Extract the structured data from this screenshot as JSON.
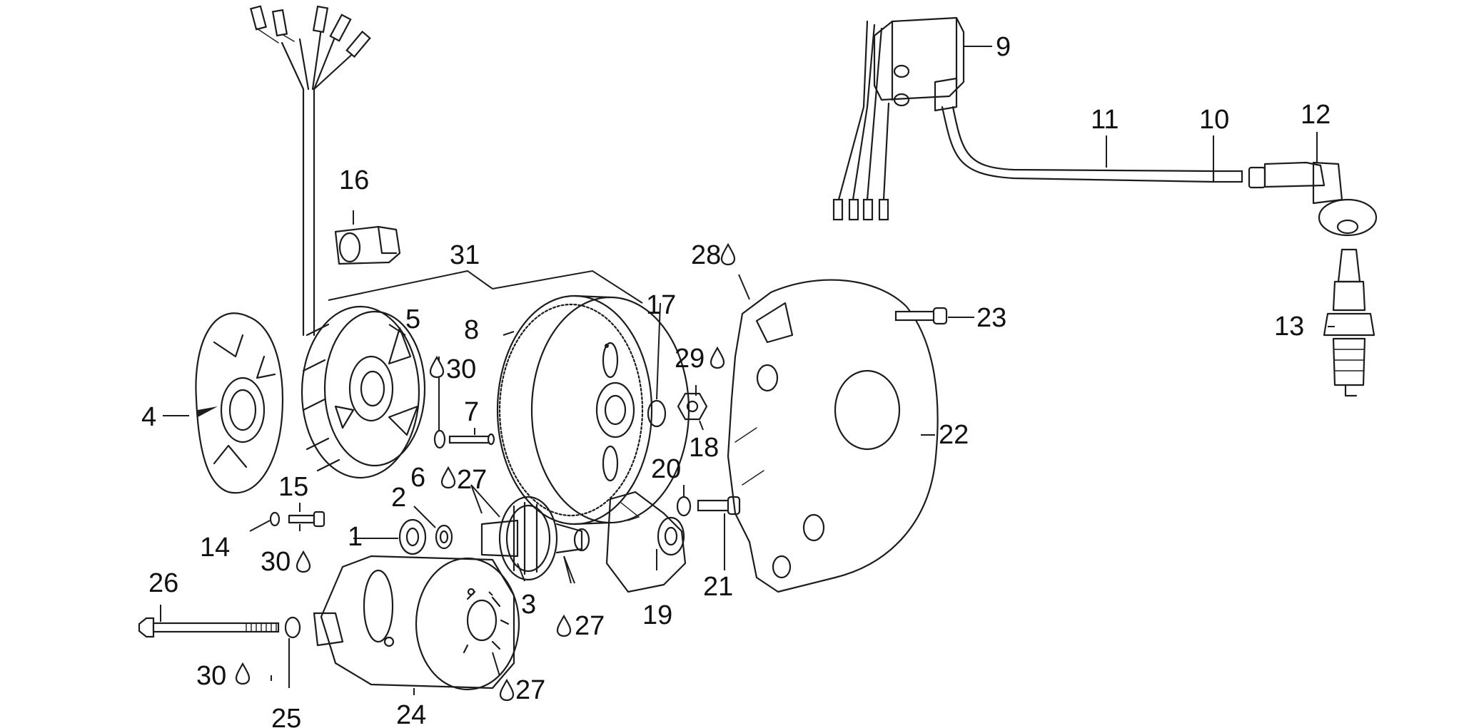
{
  "diagram": {
    "callouts": {
      "c1": "1",
      "c2": "2",
      "c3": "3",
      "c4": "4",
      "c5": "5",
      "c6": "6",
      "c7": "7",
      "c8": "8",
      "c9": "9",
      "c10": "10",
      "c11": "11",
      "c12": "12",
      "c13": "13",
      "c14": "14",
      "c15": "15",
      "c16": "16",
      "c17": "17",
      "c18": "18",
      "c19": "19",
      "c20": "20",
      "c21": "21",
      "c22": "22",
      "c23": "23",
      "c24": "24",
      "c25": "25",
      "c26": "26",
      "c27a": "27",
      "c27b": "27",
      "c27c": "27",
      "c28": "28",
      "c29": "29",
      "c30a": "30",
      "c30b": "30",
      "c30c": "30",
      "c31": "31"
    },
    "lubricant_icon": "oil-drop-icon"
  }
}
